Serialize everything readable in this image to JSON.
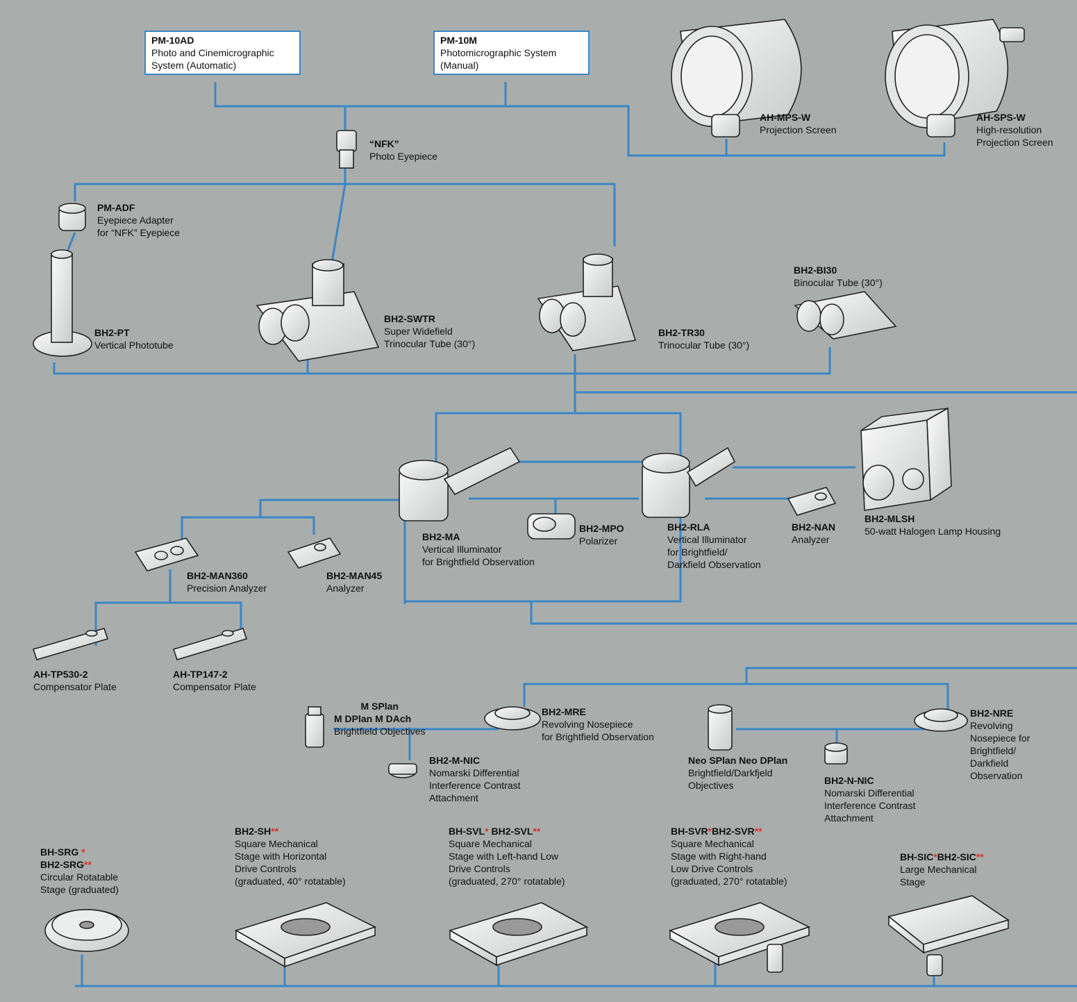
{
  "colors": {
    "background": "#a9aeac",
    "connector": "#3b86c6",
    "asterisk": "#e03030"
  },
  "systems": {
    "pm10ad": {
      "code": "PM-10AD",
      "lines": [
        "Photo and Cinemicrographic",
        "System (Automatic)"
      ]
    },
    "pm10m": {
      "code": "PM-10M",
      "lines": [
        "Photomicrographic System",
        "(Manual)"
      ]
    }
  },
  "items": {
    "ahmps": {
      "code": "AH-MPS-W",
      "lines": [
        "Projection Screen"
      ],
      "icon": "projection-screen-icon"
    },
    "ahsps": {
      "code": "AH-SPS-W",
      "lines": [
        "High-resolution",
        "Projection Screen"
      ],
      "icon": "projection-screen-icon"
    },
    "nfk": {
      "code": "“NFK”",
      "lines": [
        "Photo Eyepiece"
      ],
      "icon": "eyepiece-icon"
    },
    "pmadf": {
      "code": "PM-ADF",
      "lines": [
        "Eyepiece Adapter",
        "for “NFK” Eyepiece"
      ],
      "icon": "adapter-icon"
    },
    "bh2pt": {
      "code": "BH2-PT",
      "lines": [
        "Vertical Phototube"
      ],
      "icon": "phototube-icon"
    },
    "bh2swtr": {
      "code": "BH2-SWTR",
      "lines": [
        "Super Widefield",
        "Trinocular Tube (30°)"
      ],
      "icon": "trinocular-tube-icon"
    },
    "bh2tr30": {
      "code": "BH2-TR30",
      "lines": [
        "Trinocular Tube (30°)"
      ],
      "icon": "trinocular-tube-icon"
    },
    "bh2bi30": {
      "code": "BH2-BI30",
      "lines": [
        "Binocular Tube (30°)"
      ],
      "icon": "binocular-tube-icon"
    },
    "bh2ma": {
      "code": "BH2-MA",
      "lines": [
        "Vertical Illuminator",
        "for Brightfield Observation"
      ],
      "icon": "vertical-illuminator-icon"
    },
    "bh2mpo": {
      "code": "BH2-MPO",
      "lines": [
        "Polarizer"
      ],
      "icon": "polarizer-icon"
    },
    "bh2rla": {
      "code": "BH2-RLA",
      "lines": [
        "Vertical Illuminator",
        "for Brightfield/",
        "Darkfield Observation"
      ],
      "icon": "vertical-illuminator-icon"
    },
    "bh2nan": {
      "code": "BH2-NAN",
      "lines": [
        "Analyzer"
      ],
      "icon": "analyzer-icon"
    },
    "bh2mlsh": {
      "code": "BH2-MLSH",
      "lines": [
        "50-watt Halogen Lamp Housing"
      ],
      "icon": "lamp-housing-icon"
    },
    "bh2man360": {
      "code": "BH2-MAN360",
      "lines": [
        "Precision Analyzer"
      ],
      "icon": "analyzer-icon"
    },
    "bh2man45": {
      "code": "BH2-MAN45",
      "lines": [
        "Analyzer"
      ],
      "icon": "analyzer-icon"
    },
    "ahtp530": {
      "code": "AH-TP530-2",
      "lines": [
        "Compensator Plate"
      ],
      "icon": "compensator-plate-icon"
    },
    "ahtp147": {
      "code": "AH-TP147-2",
      "lines": [
        "Compensator Plate"
      ],
      "icon": "compensator-plate-icon"
    },
    "msplan": {
      "code_lines": [
        "M SPlan",
        "M DPlan   M DAch"
      ],
      "lines": [
        "Brightfield Objectives"
      ],
      "icon": "objective-icon"
    },
    "bh2mre": {
      "code": "BH2-MRE",
      "lines": [
        "Revolving Nosepiece",
        "for Brightfield Observation"
      ],
      "icon": "nosepiece-icon"
    },
    "bh2mnic": {
      "code": "BH2-M-NIC",
      "lines": [
        "Nomarski Differential",
        "Interference Contrast",
        "Attachment"
      ],
      "icon": "nic-attachment-icon"
    },
    "neosplan": {
      "code": "Neo SPlan  Neo DPlan",
      "lines": [
        "Brightfield/Darkfjeld",
        "Objectives"
      ],
      "icon": "objective-icon"
    },
    "bh2nnic": {
      "code": "BH2-N-NIC",
      "lines": [
        "Nomarski Differential",
        "Interference Contrast",
        "Attachment"
      ],
      "icon": "nic-attachment-icon"
    },
    "bh2nre": {
      "code": "BH2-NRE",
      "lines": [
        "Revolving",
        "Nosepiece for",
        "Brightfield/",
        "Darkfield",
        "Observation"
      ],
      "icon": "nosepiece-icon"
    },
    "bhsrg": {
      "code_parts": [
        "BH-SRG",
        "*",
        "BH2-SRG",
        "**"
      ],
      "lines": [
        "Circular Rotatable",
        "Stage (graduated)"
      ],
      "icon": "circular-stage-icon"
    },
    "bh2sh": {
      "code_parts": [
        "BH2-SH",
        "**"
      ],
      "lines": [
        "Square Mechanical",
        "Stage with Horizontal",
        "Drive Controls",
        "(graduated, 40° rotatable)"
      ],
      "icon": "mechanical-stage-icon"
    },
    "bhsvl": {
      "code_parts": [
        "BH-SVL",
        "*",
        "BH2-SVL",
        "**"
      ],
      "lines": [
        "Square Mechanical",
        "Stage with Left-hand Low",
        "Drive Controls",
        "(graduated, 270° rotatable)"
      ],
      "icon": "mechanical-stage-icon"
    },
    "bhsvr": {
      "code_parts": [
        "BH-SVR",
        "*",
        "BH2-SVR",
        "**"
      ],
      "lines": [
        "Square Mechanical",
        "Stage with Right-hand",
        "Low Drive Controls",
        "(graduated, 270° rotatable)"
      ],
      "icon": "mechanical-stage-icon"
    },
    "bhsic": {
      "code_parts": [
        "BH-SIC",
        "*",
        "BH2-SIC",
        "**"
      ],
      "lines": [
        "Large Mechanical",
        "Stage"
      ],
      "icon": "large-stage-icon"
    }
  }
}
